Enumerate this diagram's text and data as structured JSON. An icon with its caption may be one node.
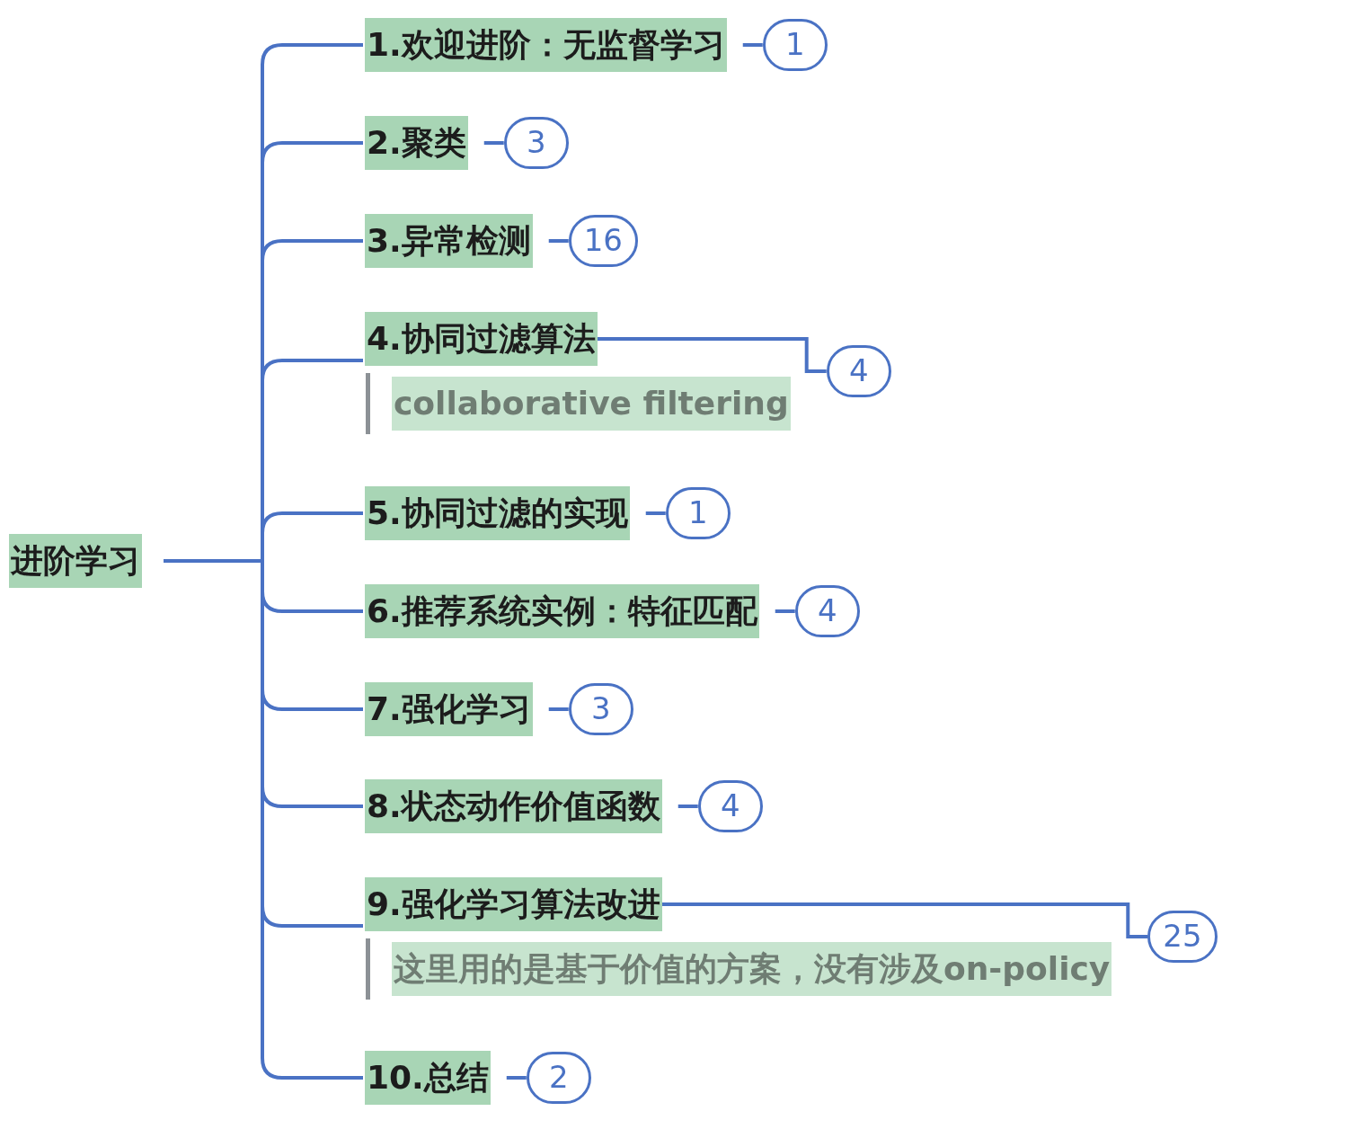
{
  "diagram": {
    "nodes": [
      {
        "text": [
          "进阶学习"
        ]
      },
      {
        "text": [
          "1.欢迎进阶：无监督学习"
        ]
      },
      {
        "text": [
          "2.聚类"
        ]
      },
      {
        "text": [
          "3.异常检测"
        ]
      },
      {
        "text": [
          "4.协同过滤算法"
        ],
        "beside": [
          "collaborative filtering"
        ]
      },
      {
        "text": [
          "5.协同过滤的实现"
        ]
      },
      {
        "text": [
          "6.推荐系统实例：特征匹配"
        ]
      },
      {
        "text": [
          "7.强化学习"
        ]
      },
      {
        "text": [
          "8.状态动作价值函数"
        ]
      },
      {
        "text": [
          "9.强化学习算法改进"
        ],
        "beside": [
          "这里用的是基于价值的方案，没有涉及on-policy"
        ]
      },
      {
        "text": [
          "10.总结"
        ]
      },
      {
        "text": [
          "1"
        ]
      },
      {
        "text": [
          "3"
        ]
      },
      {
        "text": [
          "16"
        ]
      },
      {
        "text": [
          "4"
        ]
      },
      {
        "text": [
          "1"
        ]
      },
      {
        "text": [
          "4"
        ]
      },
      {
        "text": [
          "3"
        ]
      },
      {
        "text": [
          "4"
        ]
      },
      {
        "text": [
          "25"
        ]
      },
      {
        "text": [
          "2"
        ]
      }
    ],
    "edges": [
      {
        "from": 0,
        "to": 1,
        "arrow": "none"
      },
      {
        "from": 0,
        "to": 2,
        "arrow": "none"
      },
      {
        "from": 0,
        "to": 3,
        "arrow": "none"
      },
      {
        "from": 0,
        "to": 4,
        "arrow": "none"
      },
      {
        "from": 0,
        "to": 5,
        "arrow": "none"
      },
      {
        "from": 0,
        "to": 6,
        "arrow": "none"
      },
      {
        "from": 0,
        "to": 7,
        "arrow": "none"
      },
      {
        "from": 0,
        "to": 8,
        "arrow": "none"
      },
      {
        "from": 0,
        "to": 9,
        "arrow": "none"
      },
      {
        "from": 0,
        "to": 10,
        "arrow": "none"
      },
      {
        "from": 1,
        "to": 11,
        "arrow": "none"
      },
      {
        "from": 2,
        "to": 12,
        "arrow": "none"
      },
      {
        "from": 3,
        "to": 13,
        "arrow": "none"
      },
      {
        "from": 4,
        "to": 14,
        "arrow": "none"
      },
      {
        "from": 5,
        "to": 15,
        "arrow": "none"
      },
      {
        "from": 6,
        "to": 16,
        "arrow": "none"
      },
      {
        "from": 7,
        "to": 17,
        "arrow": "none"
      },
      {
        "from": 8,
        "to": 18,
        "arrow": "none"
      },
      {
        "from": 9,
        "to": 19,
        "arrow": "none"
      },
      {
        "from": 10,
        "to": 20,
        "arrow": "none"
      }
    ]
  }
}
